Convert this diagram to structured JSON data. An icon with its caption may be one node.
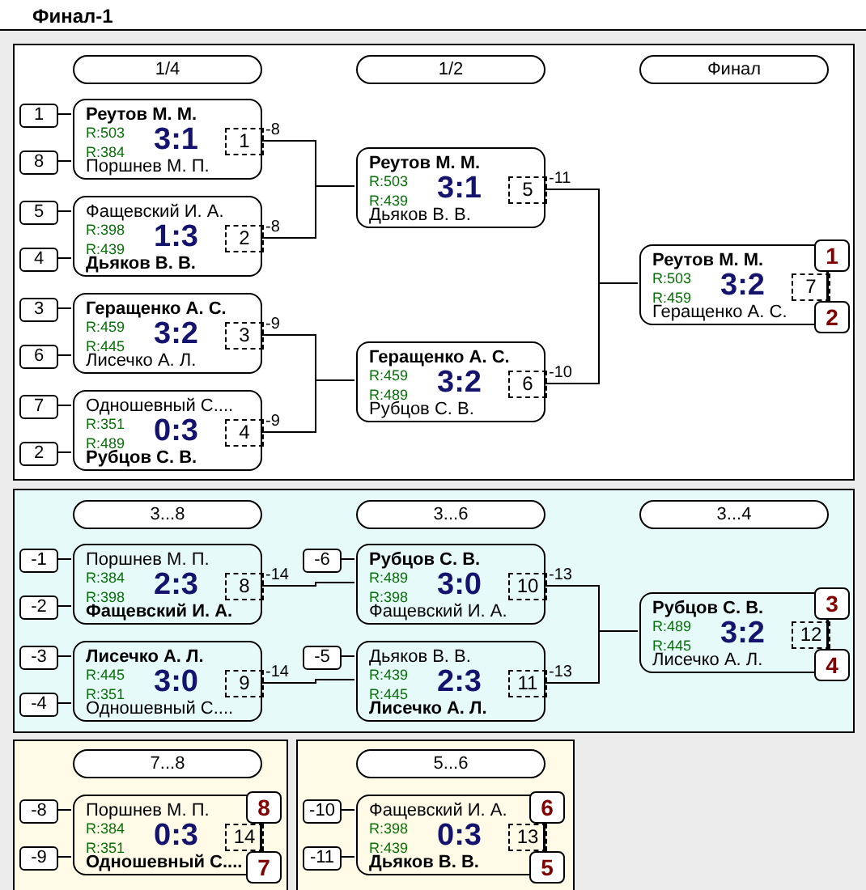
{
  "diagram": {
    "title": "Финал-1",
    "nodes": [
      {
        "text": [],
        "shape": "box"
      },
      {
        "text": [
          "1/4"
        ],
        "in": 0
      },
      {
        "text": [
          "1/2"
        ],
        "in": 0
      },
      {
        "text": [
          "Финал"
        ],
        "in": 0
      },
      {
        "text": [
          "1"
        ],
        "in": 0
      },
      {
        "text": [
          "Реутов М. М.",
          "R:503",
          "R:384",
          "3:1",
          "Поршнев М. П."
        ],
        "in": 0
      },
      {
        "text": [
          "1"
        ],
        "in": 5
      },
      {
        "text": [
          "8"
        ],
        "in": 0
      },
      {
        "text": [
          "5"
        ],
        "in": 0
      },
      {
        "text": [
          "Фащевский И. А.",
          "R:398",
          "R:439",
          "1:3",
          "Дьяков В. В."
        ],
        "in": 0
      },
      {
        "text": [
          "2"
        ],
        "in": 9
      },
      {
        "text": [
          "4"
        ],
        "in": 0
      },
      {
        "text": [
          "3"
        ],
        "in": 0
      },
      {
        "text": [
          "Геращенко А. С.",
          "R:459",
          "R:445",
          "3:2",
          "Лисечко А. Л."
        ],
        "in": 0
      },
      {
        "text": [
          "3"
        ],
        "in": 13
      },
      {
        "text": [
          "6"
        ],
        "in": 0
      },
      {
        "text": [
          "7"
        ],
        "in": 0
      },
      {
        "text": [
          "Одношевный С....",
          "R:351",
          "R:489",
          "0:3",
          "Рубцов С. В."
        ],
        "in": 0
      },
      {
        "text": [
          "4"
        ],
        "in": 17
      },
      {
        "text": [
          "2"
        ],
        "in": 0
      },
      {
        "text": [
          "Реутов М. М.",
          "R:503",
          "R:439",
          "3:1",
          "Дьяков В. В."
        ],
        "in": 0
      },
      {
        "text": [
          "5"
        ],
        "in": 20
      },
      {
        "text": [
          "Геращенко А. С.",
          "R:459",
          "R:489",
          "3:2",
          "Рубцов С. В."
        ],
        "in": 0
      },
      {
        "text": [
          "6"
        ],
        "in": 22
      },
      {
        "text": [
          "Реутов М. М.",
          "R:503",
          "R:459",
          "3:2",
          "Геращенко А. С."
        ],
        "in": 0
      },
      {
        "text": [
          "7"
        ],
        "in": 24
      },
      {
        "text": [
          "1"
        ],
        "in": 0
      },
      {
        "text": [
          "2"
        ],
        "in": 0
      },
      {
        "text": [],
        "shape": "box"
      },
      {
        "text": [
          "3...8"
        ],
        "in": 28
      },
      {
        "text": [
          "3...6"
        ],
        "in": 28
      },
      {
        "text": [
          "3...4"
        ],
        "in": 28
      },
      {
        "text": [
          "-1"
        ],
        "in": 28
      },
      {
        "text": [
          "Поршнев М. П.",
          "R:384",
          "R:398",
          "2:3",
          "Фащевский И. А."
        ],
        "in": 28
      },
      {
        "text": [
          "8"
        ],
        "in": 33
      },
      {
        "text": [
          "-2"
        ],
        "in": 28
      },
      {
        "text": [
          "-6"
        ],
        "in": 28
      },
      {
        "text": [
          "Рубцов С. В.",
          "R:489",
          "R:398",
          "3:0",
          "Фащевский И. А."
        ],
        "in": 28
      },
      {
        "text": [
          "10"
        ],
        "in": 37
      },
      {
        "text": [
          "-3"
        ],
        "in": 28
      },
      {
        "text": [
          "Лисечко А. Л.",
          "R:445",
          "R:351",
          "3:0",
          "Одношевный С...."
        ],
        "in": 28
      },
      {
        "text": [
          "9"
        ],
        "in": 40
      },
      {
        "text": [
          "-4"
        ],
        "in": 28
      },
      {
        "text": [
          "-5"
        ],
        "in": 28
      },
      {
        "text": [
          "Дьяков В. В.",
          "R:439",
          "R:445",
          "2:3",
          "Лисечко А. Л."
        ],
        "in": 28
      },
      {
        "text": [
          "11"
        ],
        "in": 44
      },
      {
        "text": [
          "Рубцов С. В.",
          "R:489",
          "R:445",
          "3:2",
          "Лисечко А. Л."
        ],
        "in": 28
      },
      {
        "text": [
          "12"
        ],
        "in": 46
      },
      {
        "text": [
          "3"
        ],
        "in": 28
      },
      {
        "text": [
          "4"
        ],
        "in": 28
      },
      {
        "text": [],
        "shape": "box"
      },
      {
        "text": [
          "7...8"
        ],
        "in": 50
      },
      {
        "text": [
          "-8"
        ],
        "in": 50
      },
      {
        "text": [
          "Поршнев М. П.",
          "R:384",
          "R:351",
          "0:3",
          "Одношевный С...."
        ],
        "in": 50
      },
      {
        "text": [
          "14"
        ],
        "in": 53
      },
      {
        "text": [
          "8"
        ],
        "in": 50
      },
      {
        "text": [
          "-9"
        ],
        "in": 50
      },
      {
        "text": [
          "7"
        ],
        "in": 50
      },
      {
        "text": [],
        "shape": "box"
      },
      {
        "text": [
          "5...6"
        ],
        "in": 58
      },
      {
        "text": [
          "-10"
        ],
        "in": 58
      },
      {
        "text": [
          "Фащевский И. А.",
          "R:398",
          "R:439",
          "0:3",
          "Дьяков В. В."
        ],
        "in": 58
      },
      {
        "text": [
          "13"
        ],
        "in": 61
      },
      {
        "text": [
          "6"
        ],
        "in": 58
      },
      {
        "text": [
          "-11"
        ],
        "in": 58
      },
      {
        "text": [
          "5"
        ],
        "in": 58
      }
    ],
    "edges": [
      {
        "from": 4,
        "to": 5,
        "arrow": "none"
      },
      {
        "from": 7,
        "to": 5,
        "arrow": "none"
      },
      {
        "from": 8,
        "to": 9,
        "arrow": "none"
      },
      {
        "from": 11,
        "to": 9,
        "arrow": "none"
      },
      {
        "from": 12,
        "to": 13,
        "arrow": "none"
      },
      {
        "from": 15,
        "to": 13,
        "arrow": "none"
      },
      {
        "from": 16,
        "to": 17,
        "arrow": "none"
      },
      {
        "from": 19,
        "to": 17,
        "arrow": "none"
      },
      {
        "from": 5,
        "to": 20,
        "arrow": "none",
        "label": "-8"
      },
      {
        "from": 9,
        "to": 20,
        "arrow": "none",
        "label": "-8"
      },
      {
        "from": 13,
        "to": 22,
        "arrow": "none",
        "label": "-9"
      },
      {
        "from": 17,
        "to": 22,
        "arrow": "none",
        "label": "-9"
      },
      {
        "from": 20,
        "to": 24,
        "arrow": "none",
        "label": "-11"
      },
      {
        "from": 22,
        "to": 24,
        "arrow": "none",
        "label": "-10"
      },
      {
        "from": 25,
        "to": 26,
        "arrow": "none"
      },
      {
        "from": 25,
        "to": 27,
        "arrow": "none"
      },
      {
        "from": 32,
        "to": 33,
        "arrow": "none"
      },
      {
        "from": 35,
        "to": 33,
        "arrow": "none"
      },
      {
        "from": 36,
        "to": 37,
        "arrow": "none"
      },
      {
        "from": 39,
        "to": 40,
        "arrow": "none"
      },
      {
        "from": 42,
        "to": 40,
        "arrow": "none"
      },
      {
        "from": 43,
        "to": 44,
        "arrow": "none"
      },
      {
        "from": 33,
        "to": 37,
        "arrow": "none",
        "label": "-14"
      },
      {
        "from": 40,
        "to": 44,
        "arrow": "none",
        "label": "-14"
      },
      {
        "from": 37,
        "to": 46,
        "arrow": "none",
        "label": "-13"
      },
      {
        "from": 44,
        "to": 46,
        "arrow": "none",
        "label": "-13"
      },
      {
        "from": 47,
        "to": 48,
        "arrow": "none"
      },
      {
        "from": 47,
        "to": 49,
        "arrow": "none"
      },
      {
        "from": 52,
        "to": 53,
        "arrow": "none"
      },
      {
        "from": 56,
        "to": 53,
        "arrow": "none"
      },
      {
        "from": 54,
        "to": 55,
        "arrow": "none"
      },
      {
        "from": 54,
        "to": 57,
        "arrow": "none"
      },
      {
        "from": 60,
        "to": 61,
        "arrow": "none"
      },
      {
        "from": 64,
        "to": 61,
        "arrow": "none"
      },
      {
        "from": 62,
        "to": 63,
        "arrow": "none"
      },
      {
        "from": 62,
        "to": 65,
        "arrow": "none"
      }
    ]
  }
}
